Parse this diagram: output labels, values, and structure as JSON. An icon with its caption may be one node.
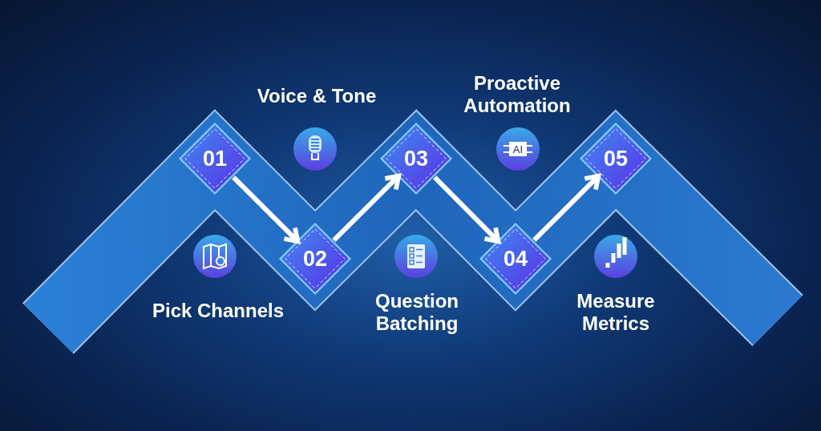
{
  "diagram": {
    "nodes": [
      {
        "text": [
          "01"
        ]
      },
      {
        "text": [
          "02"
        ]
      },
      {
        "text": [
          "03"
        ]
      },
      {
        "text": [
          "04"
        ]
      },
      {
        "text": [
          "05"
        ]
      }
    ],
    "edges": [
      {
        "from": 0,
        "to": 1,
        "arrow": "to"
      },
      {
        "from": 1,
        "to": 2,
        "arrow": "to"
      },
      {
        "from": 2,
        "to": 3,
        "arrow": "to"
      },
      {
        "from": 3,
        "to": 4,
        "arrow": "to"
      }
    ],
    "labels": [
      "Proactive Automation",
      "Voice & Tone",
      "AI",
      "Pick Channels",
      "Question Batching",
      "Measure Metrics"
    ]
  }
}
